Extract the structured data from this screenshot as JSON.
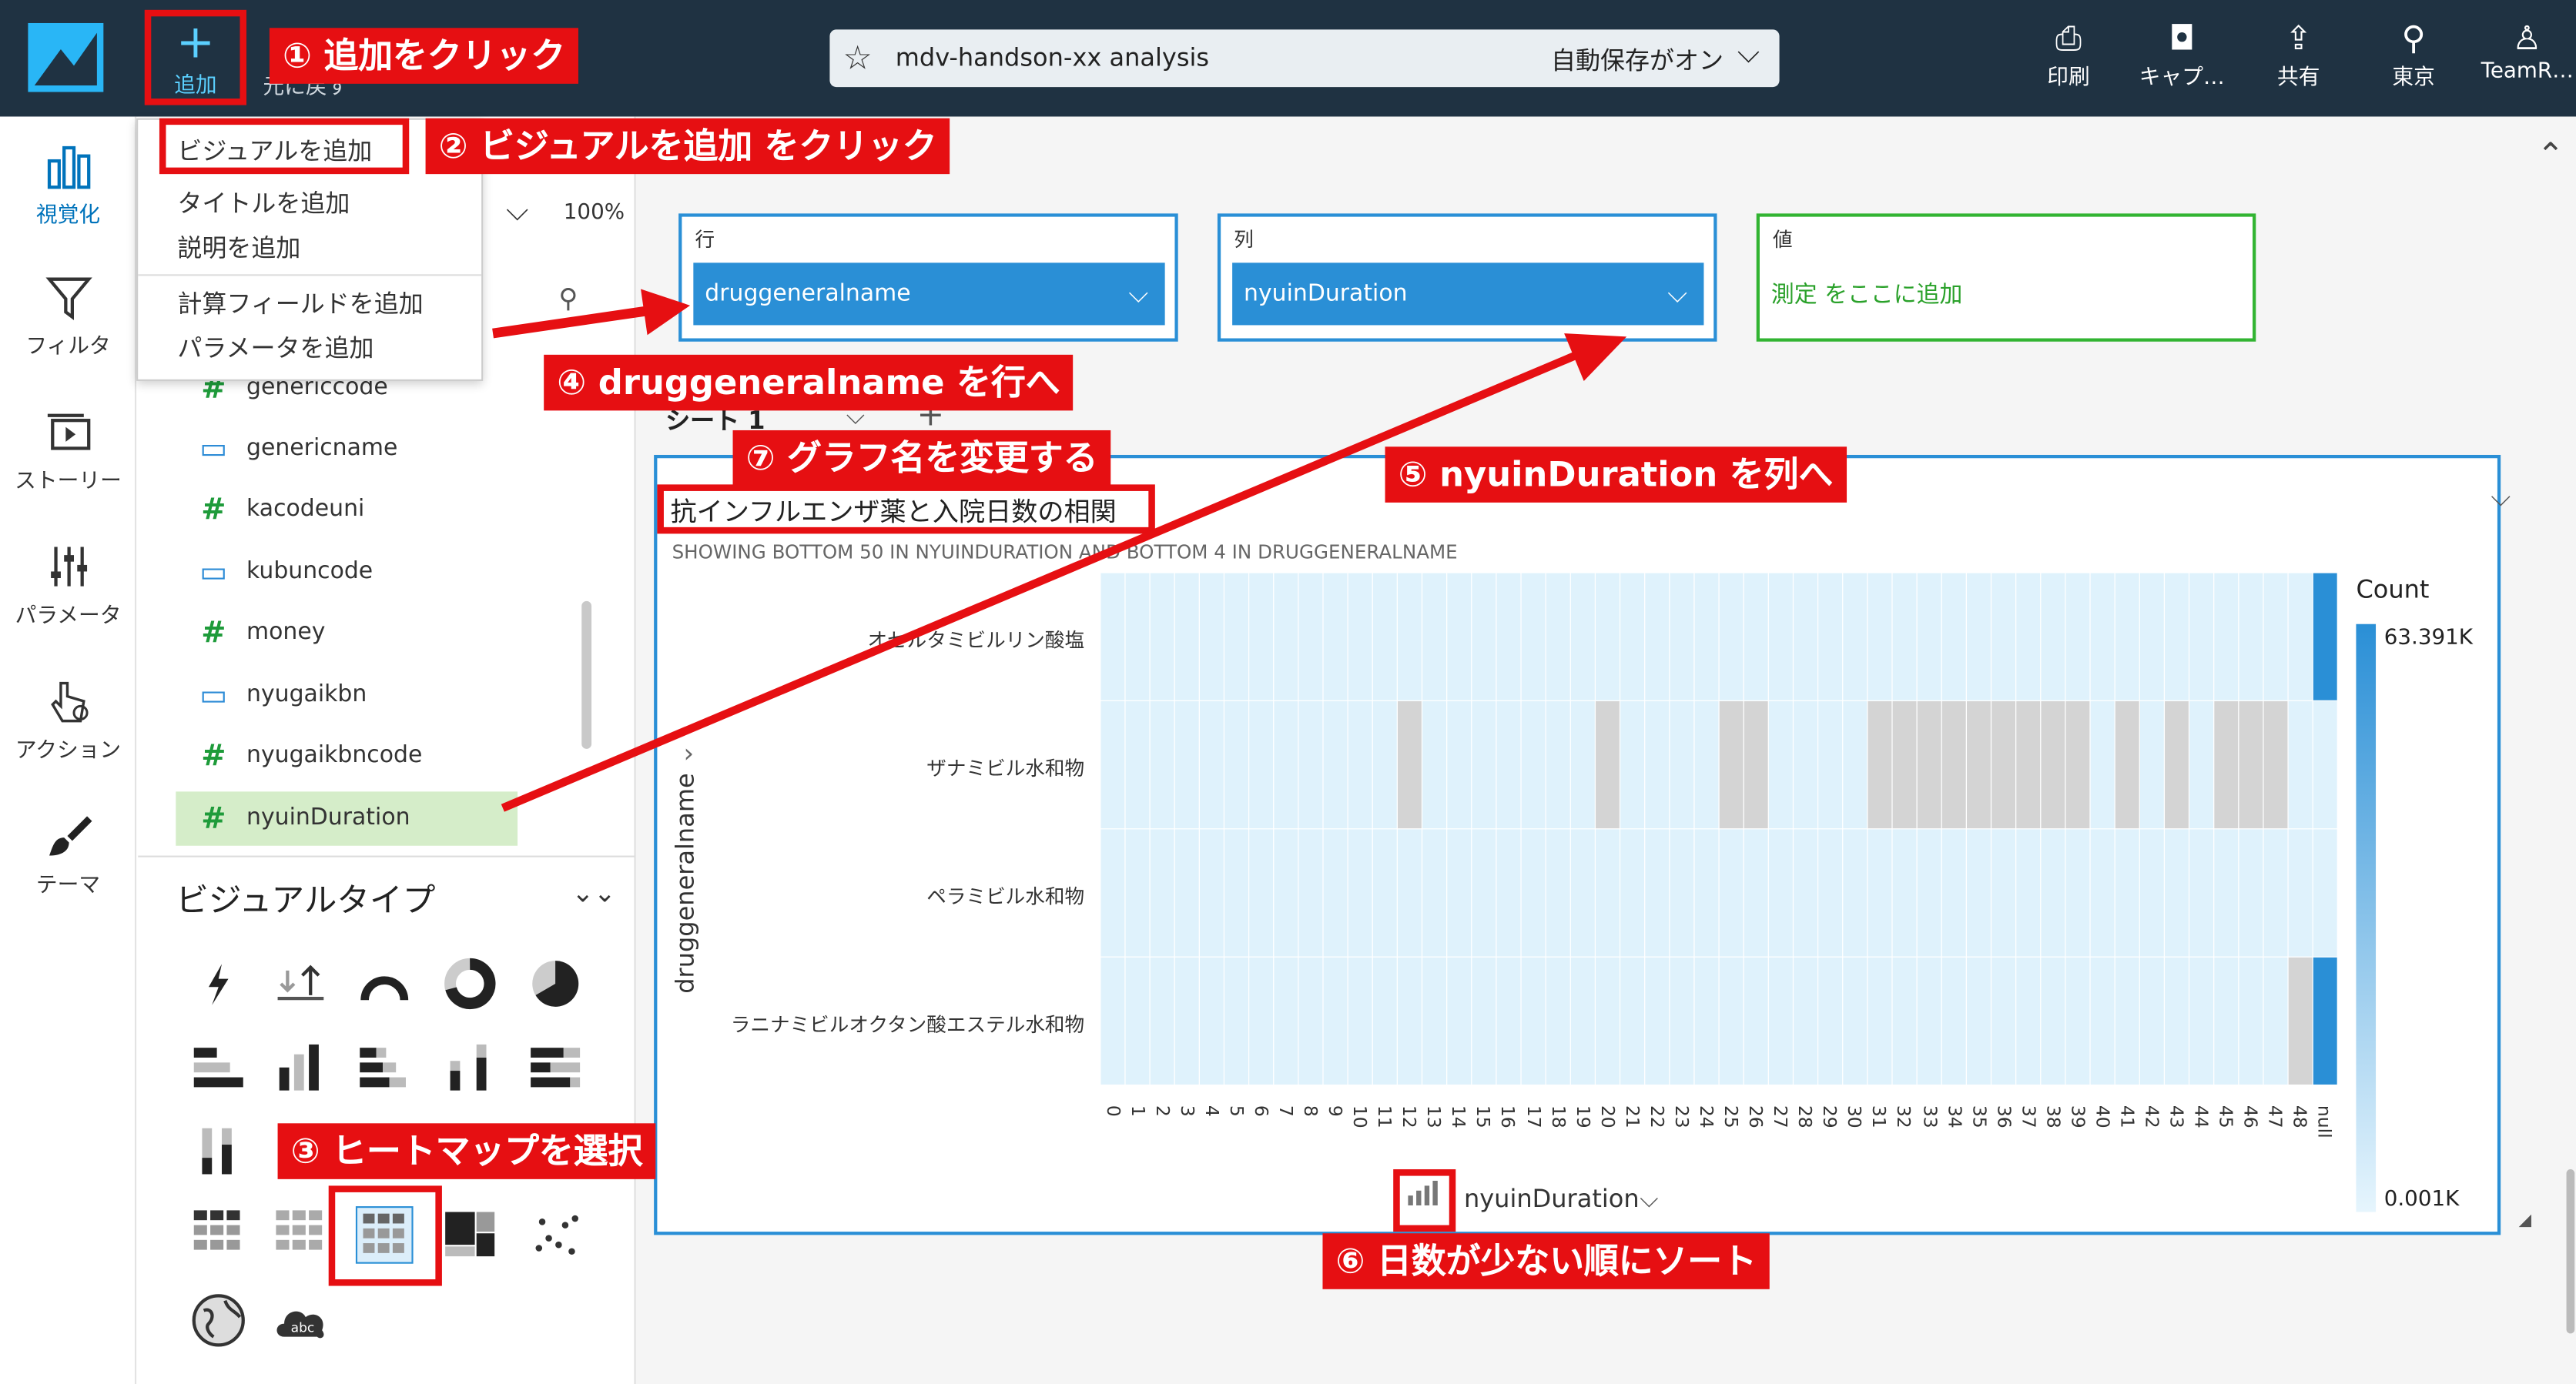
{
  "topbar": {
    "add_label": "追加",
    "undo_label": "元に戻す",
    "analysis_name": "mdv-handson-xx analysis",
    "autosave": "自動保存がオン",
    "items": [
      {
        "label": "印刷",
        "icon": "print-icon"
      },
      {
        "label": "キャプ…",
        "icon": "camera-icon"
      },
      {
        "label": "共有",
        "icon": "share-icon"
      },
      {
        "label": "東京",
        "icon": "location-icon"
      },
      {
        "label": "TeamR…",
        "icon": "user-icon"
      }
    ]
  },
  "leftnav": [
    {
      "label": "視覚化",
      "icon": "visualize-icon",
      "active": true
    },
    {
      "label": "フィルタ",
      "icon": "filter-icon"
    },
    {
      "label": "ストーリー",
      "icon": "story-icon"
    },
    {
      "label": "パラメータ",
      "icon": "parameter-icon"
    },
    {
      "label": "アクション",
      "icon": "action-icon"
    },
    {
      "label": "テーマ",
      "icon": "theme-icon"
    }
  ],
  "add_menu": {
    "items": [
      "ビジュアルを追加",
      "タイトルを追加",
      "説明を追加",
      "計算フィールドを追加",
      "パラメータを追加"
    ]
  },
  "zoom": "100%",
  "fields": [
    {
      "name": "genericcode",
      "type": "number"
    },
    {
      "name": "genericname",
      "type": "string"
    },
    {
      "name": "kacodeuni",
      "type": "number"
    },
    {
      "name": "kubuncode",
      "type": "string"
    },
    {
      "name": "money",
      "type": "number"
    },
    {
      "name": "nyugaikbn",
      "type": "string"
    },
    {
      "name": "nyugaikbncode",
      "type": "number"
    },
    {
      "name": "nyuinDuration",
      "type": "number",
      "selected": true
    }
  ],
  "visual_types": {
    "title": "ビジュアルタイプ"
  },
  "wells": {
    "row": {
      "label": "行",
      "value": "druggeneralname"
    },
    "col": {
      "label": "列",
      "value": "nyuinDuration"
    },
    "val": {
      "label": "値",
      "hint": "測定 をここに追加"
    }
  },
  "sheet": {
    "tab": "シート 1"
  },
  "visual": {
    "title": "抗インフルエンザ薬と入院日数の相関",
    "subtitle": "SHOWING BOTTOM 50 IN NYUINDURATION AND BOTTOM 4 IN DRUGGENERALNAME",
    "x_axis_title": "nyuinDuration",
    "y_axis_title": "druggeneralname",
    "legend_title": "Count",
    "legend_max": "63.391K",
    "legend_min": "0.001K"
  },
  "chart_data": {
    "type": "heatmap",
    "title": "抗インフルエンザ薬と入院日数の相関",
    "rows": [
      "オセルタミビルリン酸塩",
      "ザナミビル水和物",
      "ペラミビル水和物",
      "ラニナミビルオクタン酸エステル水和物"
    ],
    "columns": [
      "0",
      "1",
      "2",
      "3",
      "4",
      "5",
      "6",
      "7",
      "8",
      "9",
      "10",
      "11",
      "12",
      "13",
      "14",
      "15",
      "16",
      "17",
      "18",
      "19",
      "20",
      "21",
      "22",
      "23",
      "24",
      "25",
      "26",
      "27",
      "28",
      "29",
      "30",
      "31",
      "32",
      "33",
      "34",
      "35",
      "36",
      "37",
      "38",
      "39",
      "40",
      "41",
      "42",
      "43",
      "44",
      "45",
      "46",
      "47",
      "48",
      "null"
    ],
    "missing_cells": {
      "ザナミビル水和物": [
        "12",
        "20",
        "25",
        "26",
        "31",
        "32",
        "33",
        "34",
        "35",
        "36",
        "37",
        "38",
        "39",
        "41",
        "43",
        "45",
        "46",
        "47"
      ],
      "ラニナミビルオクタン酸エステル水和物": [
        "48"
      ]
    },
    "high_cells": [
      {
        "row": "オセルタミビルリン酸塩",
        "column": "null"
      },
      {
        "row": "ラニナミビルオクタン酸エステル水和物",
        "column": "null"
      }
    ],
    "legend": {
      "title": "Count",
      "max": "63.391K",
      "min": "0.001K"
    },
    "colors": {
      "low": "#dff2fc",
      "high": "#2a8fd6",
      "missing": "#d4d4d4"
    }
  },
  "annotations": [
    {
      "label": "① 追加をクリック"
    },
    {
      "label": "② ビジュアルを追加 をクリック"
    },
    {
      "label": "③ ヒートマップを選択"
    },
    {
      "label": "④ druggeneralname を行へ"
    },
    {
      "label": "⑤ nyuinDuration を列へ"
    },
    {
      "label": "⑥ 日数が少ない順にソート"
    },
    {
      "label": "⑦ グラフ名を変更する"
    }
  ],
  "colors": {
    "topbar": "#1f3242",
    "accent": "#2a8fd6",
    "annotation": "#e60f12",
    "green": "#32b432"
  }
}
